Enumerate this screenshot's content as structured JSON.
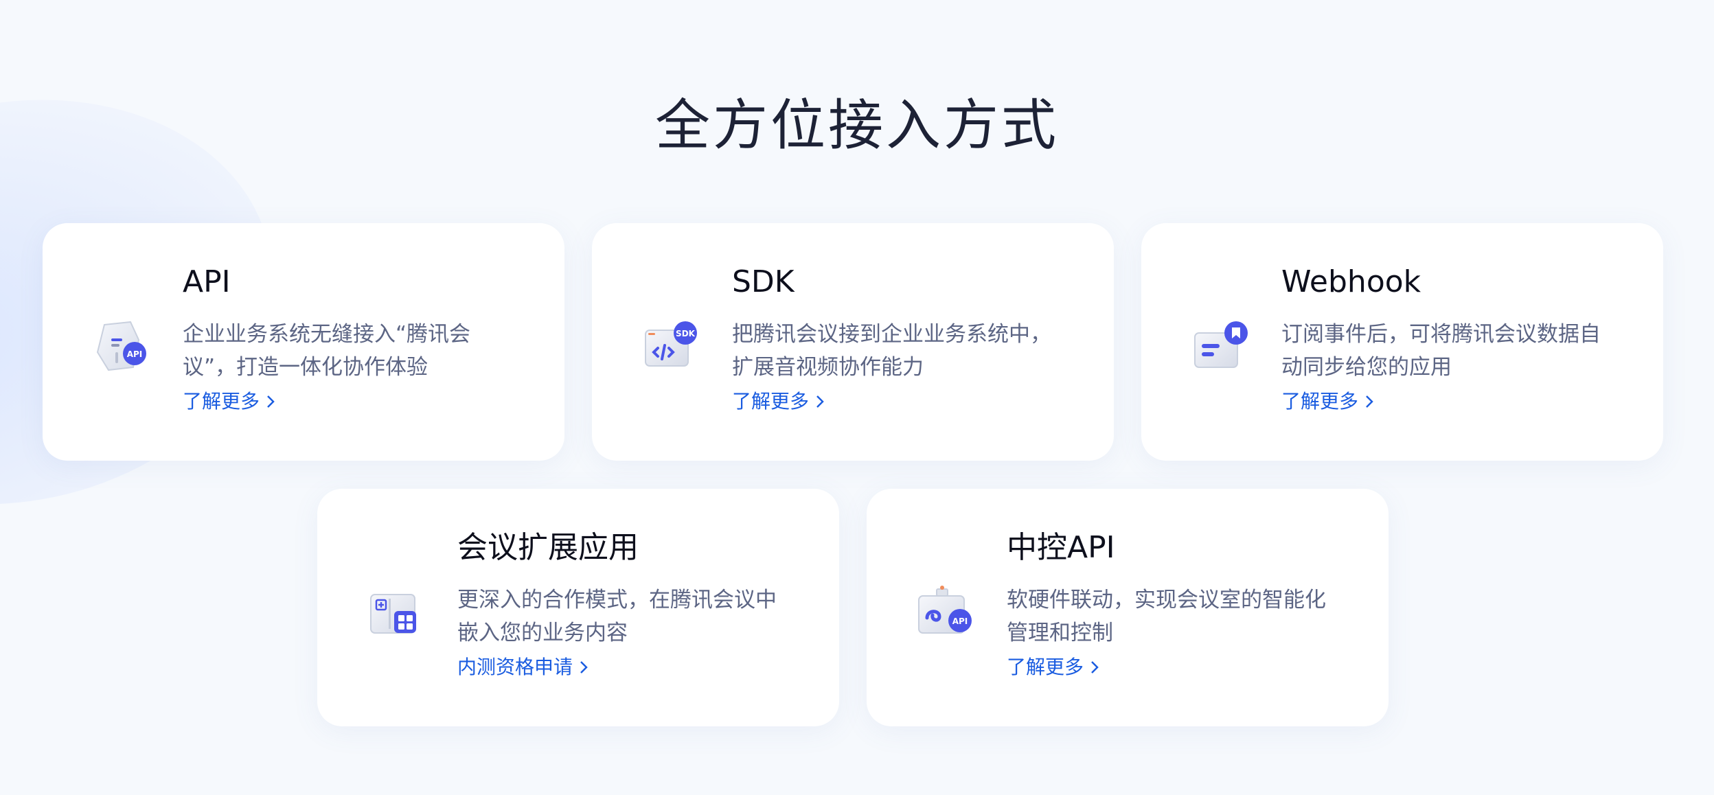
{
  "section": {
    "title": "全方位接入方式"
  },
  "cards": [
    {
      "title": "API",
      "desc": "企业业务系统无缝接入“腾讯会议”，打造一体化协作体验",
      "link": "了解更多",
      "badge": "API"
    },
    {
      "title": "SDK",
      "desc": "把腾讯会议接到企业业务系统中，扩展音视频协作能力",
      "link": "了解更多",
      "badge": "SDK"
    },
    {
      "title": "Webhook",
      "desc": "订阅事件后，可将腾讯会议数据自动同步给您的应用",
      "link": "了解更多"
    },
    {
      "title": "会议扩展应用",
      "desc": "更深入的合作模式，在腾讯会议中嵌入您的业务内容",
      "link": "内测资格申请"
    },
    {
      "title": "中控API",
      "desc": "软硬件联动，实现会议室的智能化管理和控制",
      "link": "了解更多",
      "badge": "API"
    }
  ],
  "icons": [
    "api-device-icon",
    "sdk-code-icon",
    "webhook-message-icon",
    "extension-app-icon",
    "control-api-icon"
  ],
  "colors": {
    "accent": "#1a5ce0",
    "badge": "#4b55e8",
    "title": "#1d2236",
    "desc": "#5c6584",
    "background": "#f6f9fd"
  }
}
